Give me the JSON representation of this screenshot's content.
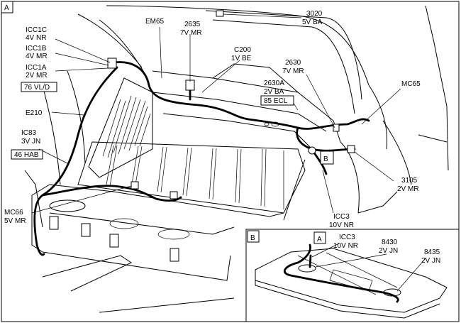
{
  "view_a": {
    "marker": "A",
    "labels": {
      "l3020": [
        "3020",
        "5V BA"
      ],
      "l2635": [
        "2635",
        "7V MR"
      ],
      "em65": [
        "EM65"
      ],
      "c200": [
        "C200",
        "1V BE"
      ],
      "icc1c": [
        "ICC1C",
        "4V NR"
      ],
      "icc1b": [
        "ICC1B",
        "4V MR"
      ],
      "icc1a": [
        "ICC1A",
        "2V MR"
      ],
      "boxed_76": "76 VL/D",
      "e210": [
        "E210"
      ],
      "l2630": [
        "2630",
        "7V MR"
      ],
      "l2630a": [
        "2630A",
        "2V BA"
      ],
      "boxed_85": "85 ECL",
      "mc65": [
        "MC65"
      ],
      "ic83": [
        "IC83",
        "3V JN"
      ],
      "boxed_46": "46 HAB",
      "mc66": [
        "MC66",
        "5V MR"
      ],
      "l3105": [
        "3105",
        "2V MR"
      ],
      "icc3": [
        "ICC3",
        "10V NR"
      ],
      "callout_b": "B"
    }
  },
  "view_b": {
    "marker": "B",
    "callout_a": "A",
    "labels": {
      "icc3": [
        "ICC3",
        "10V NR"
      ],
      "l8430": [
        "8430",
        "2V JN"
      ],
      "l8435": [
        "8435",
        "2V JN"
      ]
    }
  }
}
